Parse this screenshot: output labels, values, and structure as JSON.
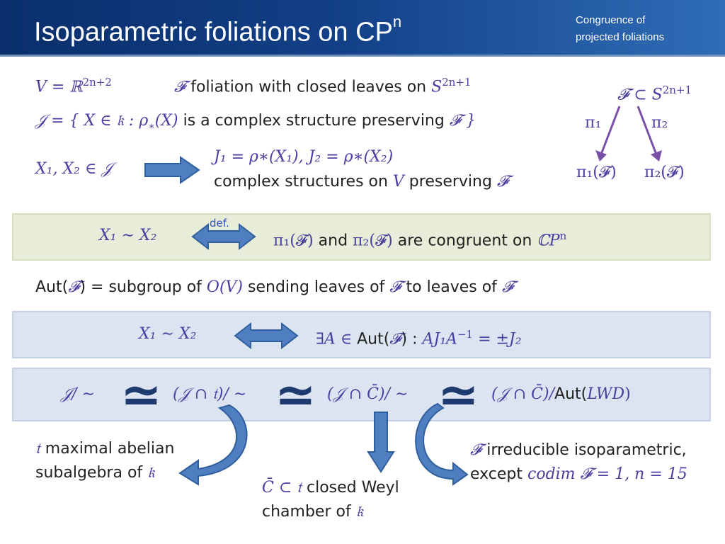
{
  "header": {
    "title": "Isoparametric foliations on CP",
    "title_sup": "n",
    "subtitle_line1": "Congruence of",
    "subtitle_line2": "projected foliations"
  },
  "line1": {
    "lhs": "V = ℝ",
    "lhs_sup": "2n+2",
    "F": "𝓕",
    "text": " foliation with closed leaves on ",
    "sphere": "S",
    "sphere_sup": "2n+1"
  },
  "line2": {
    "formula_a": "𝒥 = { X ∈ 𝔨 : ρ",
    "formula_sub": "∗",
    "formula_b": "(X)",
    "text": " is a complex structure preserving ",
    "formula_c": "𝓕 }"
  },
  "line3": {
    "lhs": "X₁, X₂ ∈ 𝒥",
    "rhs_formula": "J₁ = ρ∗(X₁),  J₂ = ρ∗(X₂)",
    "rhs_text_a": "complex structures on ",
    "rhs_V": "V",
    "rhs_text_b": " preserving ",
    "rhs_F": "𝓕"
  },
  "diagram": {
    "top": "𝓕 ⊂ S",
    "top_sup": "2n+1",
    "pi1": "π₁",
    "pi2": "π₂",
    "bottom_left": "π₁(𝓕)",
    "bottom_right": "π₂(𝓕)"
  },
  "box1": {
    "lhs": "X₁ ∼ X₂",
    "def": "def.",
    "pi1F": "π₁(𝓕)",
    "and": " and ",
    "pi2F": "π₂(𝓕)",
    "text": " are congruent on ",
    "cp": "ℂP",
    "cp_sup": "n"
  },
  "line4": {
    "aut": "Aut(",
    "F1": "𝓕",
    "eq": ") = subgroup of ",
    "O": "O(V)",
    "text1": " sending leaves of ",
    "F2": "𝓕",
    "text2": " to leaves of ",
    "F3": "𝓕"
  },
  "box2": {
    "lhs": "X₁ ∼ X₂",
    "exists": "∃A ∈ ",
    "aut": "Aut(",
    "F": "𝓕",
    "close": ") : ",
    "formula": "AJ₁A",
    "formula_sup": "−1",
    "formula_end": " = ±J₂"
  },
  "box3": {
    "t1": "𝒥/ ∼",
    "t2": "(𝒥 ∩ 𝔱)/ ∼",
    "t3": "(𝒥 ∩ C̄)/ ∼",
    "t4a": "(𝒥 ∩ C̄)/",
    "t4aut": "Aut(",
    "t4b": "LWD",
    "t4c": ")",
    "iso": "≃"
  },
  "notes": {
    "left_a": "𝔱",
    "left_b": " maximal abelian",
    "left_c": "subalgebra of ",
    "left_d": "𝔨",
    "mid_a": "C̄ ⊂ 𝔱",
    "mid_b": " closed Weyl",
    "mid_c": "chamber of ",
    "mid_d": "𝔨",
    "right_a": "𝓕",
    "right_b": " irreducible isoparametric,",
    "right_c": "except ",
    "right_d": "codim 𝓕 = 1,  n = 15"
  }
}
